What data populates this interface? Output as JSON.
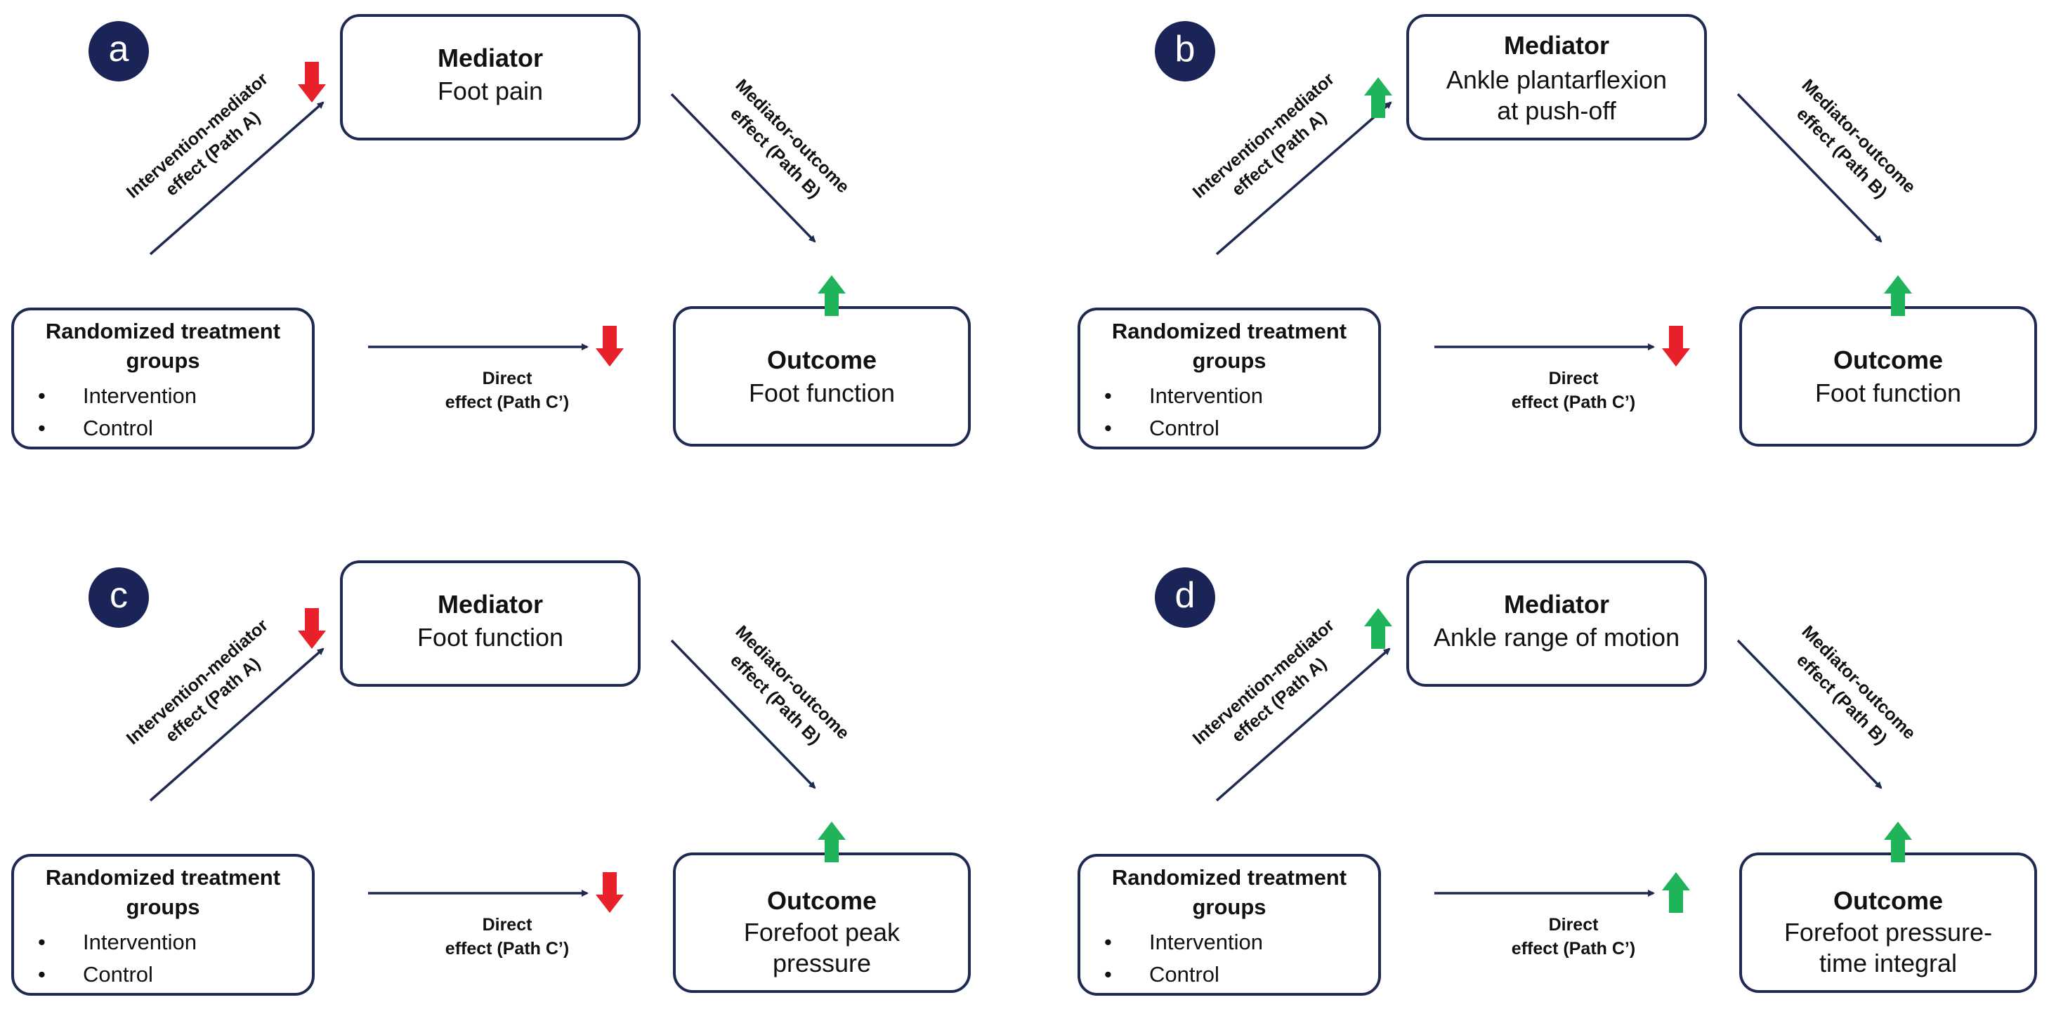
{
  "colors": {
    "navy": "#1f2a52",
    "badge": "#1a2456",
    "up": "#1fb35a",
    "down": "#e8202a"
  },
  "panels": [
    {
      "id": "a",
      "badge": "a",
      "mediator": {
        "title": "Mediator",
        "lines": [
          "Foot pain"
        ]
      },
      "outcome": {
        "title": "Outcome",
        "lines": [
          "Foot function"
        ]
      },
      "groups": {
        "title_line1": "Randomized treatment",
        "title_line2": "groups",
        "items": [
          "Intervention",
          "Control"
        ]
      },
      "path_a": {
        "line1": "Intervention-mediator",
        "line2": "effect (Path A)"
      },
      "path_b": {
        "line1": "Mediator-outcome",
        "line2": "effect (Path B)"
      },
      "path_c": {
        "line1": "Direct",
        "line2": "effect (Path C’)"
      },
      "arrows": {
        "mediator_effect": "down",
        "outcome_effect": "up",
        "direct_effect": "down"
      }
    },
    {
      "id": "b",
      "badge": "b",
      "mediator": {
        "title": "Mediator",
        "lines": [
          "Ankle plantarflexion",
          "at push-off"
        ]
      },
      "outcome": {
        "title": "Outcome",
        "lines": [
          "Foot function"
        ]
      },
      "groups": {
        "title_line1": "Randomized treatment",
        "title_line2": "groups",
        "items": [
          "Intervention",
          "Control"
        ]
      },
      "path_a": {
        "line1": "Intervention-mediator",
        "line2": "effect (Path A)"
      },
      "path_b": {
        "line1": "Mediator-outcome",
        "line2": "effect (Path B)"
      },
      "path_c": {
        "line1": "Direct",
        "line2": "effect (Path C’)"
      },
      "arrows": {
        "mediator_effect": "up",
        "outcome_effect": "up",
        "direct_effect": "down"
      }
    },
    {
      "id": "c",
      "badge": "c",
      "mediator": {
        "title": "Mediator",
        "lines": [
          "Foot function"
        ]
      },
      "outcome": {
        "title": "Outcome",
        "lines": [
          "Forefoot peak",
          "pressure"
        ]
      },
      "groups": {
        "title_line1": "Randomized treatment",
        "title_line2": "groups",
        "items": [
          "Intervention",
          "Control"
        ]
      },
      "path_a": {
        "line1": "Intervention-mediator",
        "line2": "effect (Path A)"
      },
      "path_b": {
        "line1": "Mediator-outcome",
        "line2": "effect (Path B)"
      },
      "path_c": {
        "line1": "Direct",
        "line2": "effect (Path C’)"
      },
      "arrows": {
        "mediator_effect": "down",
        "outcome_effect": "up",
        "direct_effect": "down"
      }
    },
    {
      "id": "d",
      "badge": "d",
      "mediator": {
        "title": "Mediator",
        "lines": [
          "Ankle range of motion"
        ]
      },
      "outcome": {
        "title": "Outcome",
        "lines": [
          "Forefoot pressure-",
          "time integral"
        ]
      },
      "groups": {
        "title_line1": "Randomized treatment",
        "title_line2": "groups",
        "items": [
          "Intervention",
          "Control"
        ]
      },
      "path_a": {
        "line1": "Intervention-mediator",
        "line2": "effect (Path A)"
      },
      "path_b": {
        "line1": "Mediator-outcome",
        "line2": "effect (Path B)"
      },
      "path_c": {
        "line1": "Direct",
        "line2": "effect (Path C’)"
      },
      "arrows": {
        "mediator_effect": "up",
        "outcome_effect": "up",
        "direct_effect": "up"
      }
    }
  ]
}
